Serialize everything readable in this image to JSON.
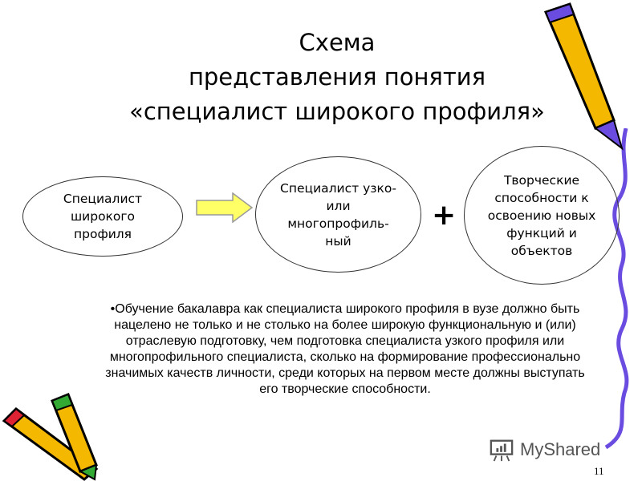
{
  "title": {
    "line1": "Схема",
    "line2": "представления понятия",
    "line3": "«специалист широкого профиля»"
  },
  "diagram": {
    "node1": "Специалист широкого профиля",
    "node2": "Специалист узко- или многопрофиль-ный",
    "operator": "+",
    "node3": "Творческие способности к освоению новых функций и объектов",
    "arrow_color": "#ffff66"
  },
  "body_text": "•Обучение бакалавра как специалиста широкого профиля в вузе должно быть нацелено не только и не столько на более широкую функциональную и (или) отраслевую подготовку, чем подготовка специалиста узкого профиля или многопрофильного специалиста, сколько на формирование профессионально значимых качеств личности, среди которых на первом месте должны выступать его творческие способности.",
  "watermark": "MyShared",
  "page_number": "11",
  "colors": {
    "pencil": "#f5b800",
    "squiggle": "#6a4de0"
  }
}
